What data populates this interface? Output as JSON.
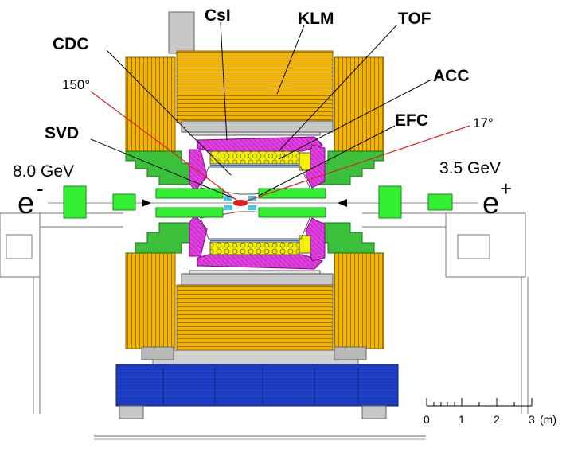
{
  "labels": {
    "csi": "CsI",
    "klm": "KLM",
    "tof": "TOF",
    "cdc": "CDC",
    "acc": "ACC",
    "efc": "EFC",
    "svd": "SVD"
  },
  "angles": {
    "backward": "150°",
    "forward": "17°"
  },
  "beams": {
    "electron_energy": "8.0 GeV",
    "electron_symbol": "e",
    "electron_charge": "-",
    "positron_energy": "3.5 GeV",
    "positron_symbol": "e",
    "positron_charge": "+"
  },
  "scale": {
    "ticks": [
      "0",
      "1",
      "2",
      "3"
    ],
    "unit": "(m)"
  },
  "colors": {
    "klm": "#f2b600",
    "csi": "#e040e0",
    "acc_tof": "#f5f000",
    "magnet_blocks": "#3ac03a",
    "beam_magnets": "#33ee33",
    "base": "#1e3fc8",
    "frame": "#bfbfbf"
  }
}
